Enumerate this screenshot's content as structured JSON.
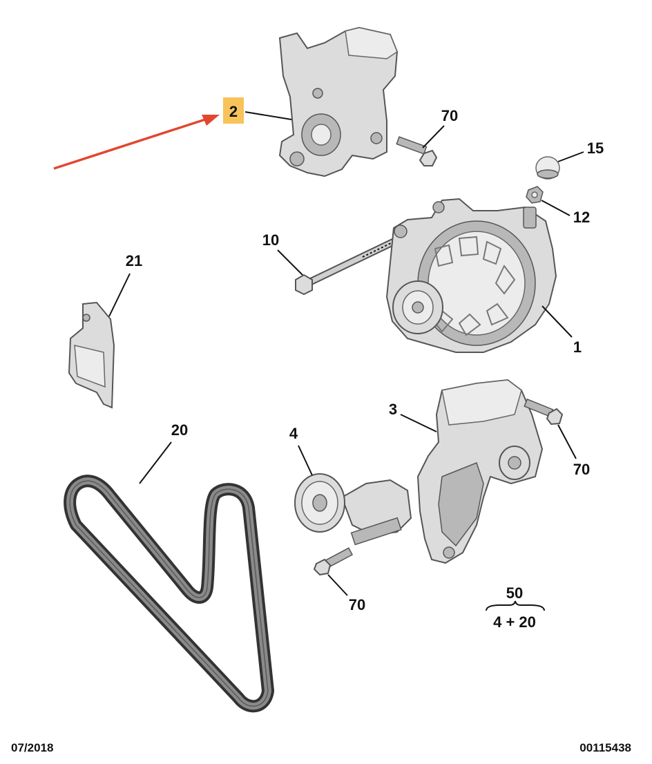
{
  "callouts": {
    "c2": "2",
    "c70a": "70",
    "c15": "15",
    "c12": "12",
    "c10": "10",
    "c1": "1",
    "c21": "21",
    "c3": "3",
    "c70b": "70",
    "c4": "4",
    "c20": "20",
    "c70c": "70",
    "c50": "50",
    "c4plus20": "4 + 20"
  },
  "footer": {
    "date": "07/2018",
    "ref": "00115438"
  },
  "colors": {
    "highlight_box": "#f7c35a",
    "arrow": "#e2472f"
  }
}
